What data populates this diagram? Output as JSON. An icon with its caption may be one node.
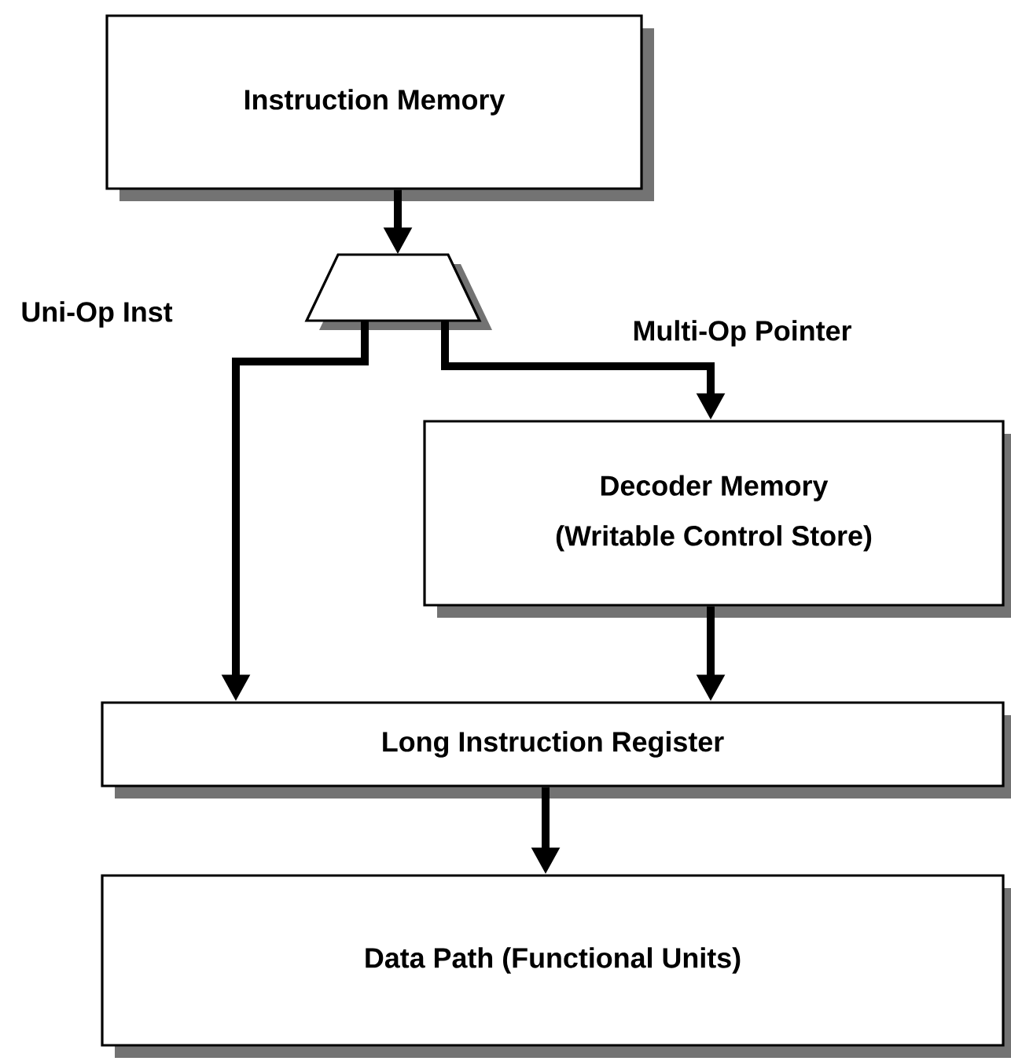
{
  "diagram": {
    "nodes": [
      {
        "text": [
          "Instruction Memory"
        ]
      },
      {
        "text": [],
        "shape": "trapezoid"
      },
      {
        "text": [
          "Decoder Memory",
          "(Writable Control Store)"
        ]
      },
      {
        "text": [
          "Long Instruction Register"
        ]
      },
      {
        "text": [
          "Data Path (Functional Units)"
        ]
      }
    ],
    "edges": [
      {
        "from": 0,
        "to": 1,
        "arrow": "to"
      },
      {
        "from": 1,
        "to": 3,
        "arrow": "to",
        "label": "Uni-Op Inst"
      },
      {
        "from": 1,
        "to": 2,
        "arrow": "to",
        "label": "Multi-Op Pointer"
      },
      {
        "from": 2,
        "to": 3,
        "arrow": "to"
      },
      {
        "from": 3,
        "to": 4,
        "arrow": "to"
      }
    ]
  }
}
